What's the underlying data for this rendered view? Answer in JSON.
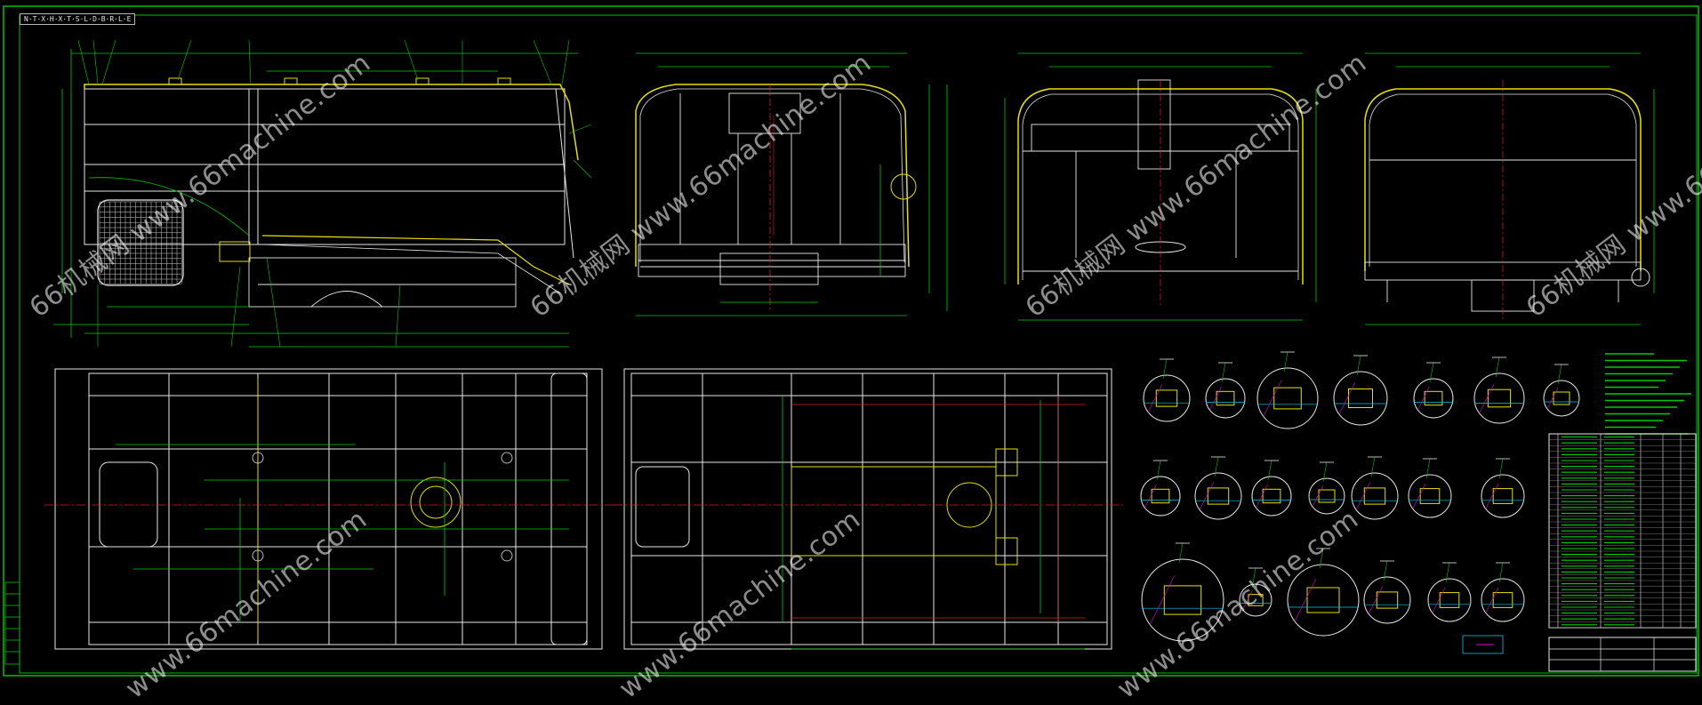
{
  "drawing": {
    "top_label": "N·T·X·H·X·T·S·L·D·B·R·L·E",
    "colors": {
      "background": "#000000",
      "border": "#00c000",
      "frame_line": "#e8e8e8",
      "outline_yellow": "#e8e000",
      "dimension_green": "#00cc00",
      "centerline_red": "#e02020",
      "detail_cyan": "#00c8e8",
      "accent_magenta": "#e000e0"
    }
  },
  "watermarks": [
    {
      "text": "66机械网 www.66machine.com"
    },
    {
      "text": "66机械网 www.66machine.com"
    },
    {
      "text": "66机械网 www.66machine.com"
    },
    {
      "text": "66机械网 www.66machine.com"
    },
    {
      "text": "www.66machine.com"
    },
    {
      "text": "www.66machine.com"
    },
    {
      "text": "www.66machine.com"
    }
  ]
}
